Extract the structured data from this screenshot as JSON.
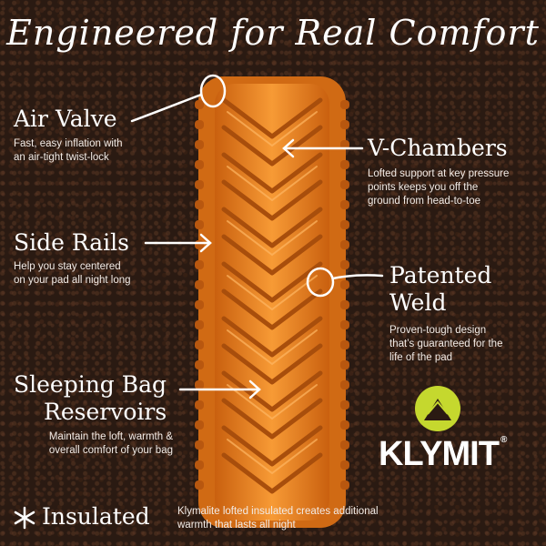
{
  "title": "Engineered for Real Comfort",
  "features": {
    "air_valve": {
      "title": "Air Valve",
      "desc_line1": "Fast, easy inflation with",
      "desc_line2": "an air-tight twist-lock"
    },
    "v_chambers": {
      "title": "V-Chambers",
      "desc_line1": "Lofted support at key pressure",
      "desc_line2": "points keeps you off the",
      "desc_line3": "ground from head-to-toe"
    },
    "side_rails": {
      "title": "Side Rails",
      "desc_line1": "Help you stay centered",
      "desc_line2": "on your pad all night long"
    },
    "patented_weld": {
      "title_line1": "Patented",
      "title_line2": "Weld",
      "desc_line1": "Proven-tough design",
      "desc_line2": "that’s guaranteed for the",
      "desc_line3": "life of the pad"
    },
    "sleeping_bag": {
      "title_line1": "Sleeping Bag",
      "title_line2": "Reservoirs",
      "desc_line1": "Maintain the loft, warmth &",
      "desc_line2": "overall comfort of your bag"
    },
    "insulated": {
      "title": "Insulated",
      "desc_line1": "Klymalite lofted insulated creates additional",
      "desc_line2": "warmth that lasts all night"
    }
  },
  "brand": {
    "name": "KLYMIT",
    "mark": "®"
  },
  "colors": {
    "pad_orange": "#f08a22",
    "pad_shadow": "#b8570f",
    "logo_green": "#c5d82e",
    "text": "#ffffff"
  }
}
